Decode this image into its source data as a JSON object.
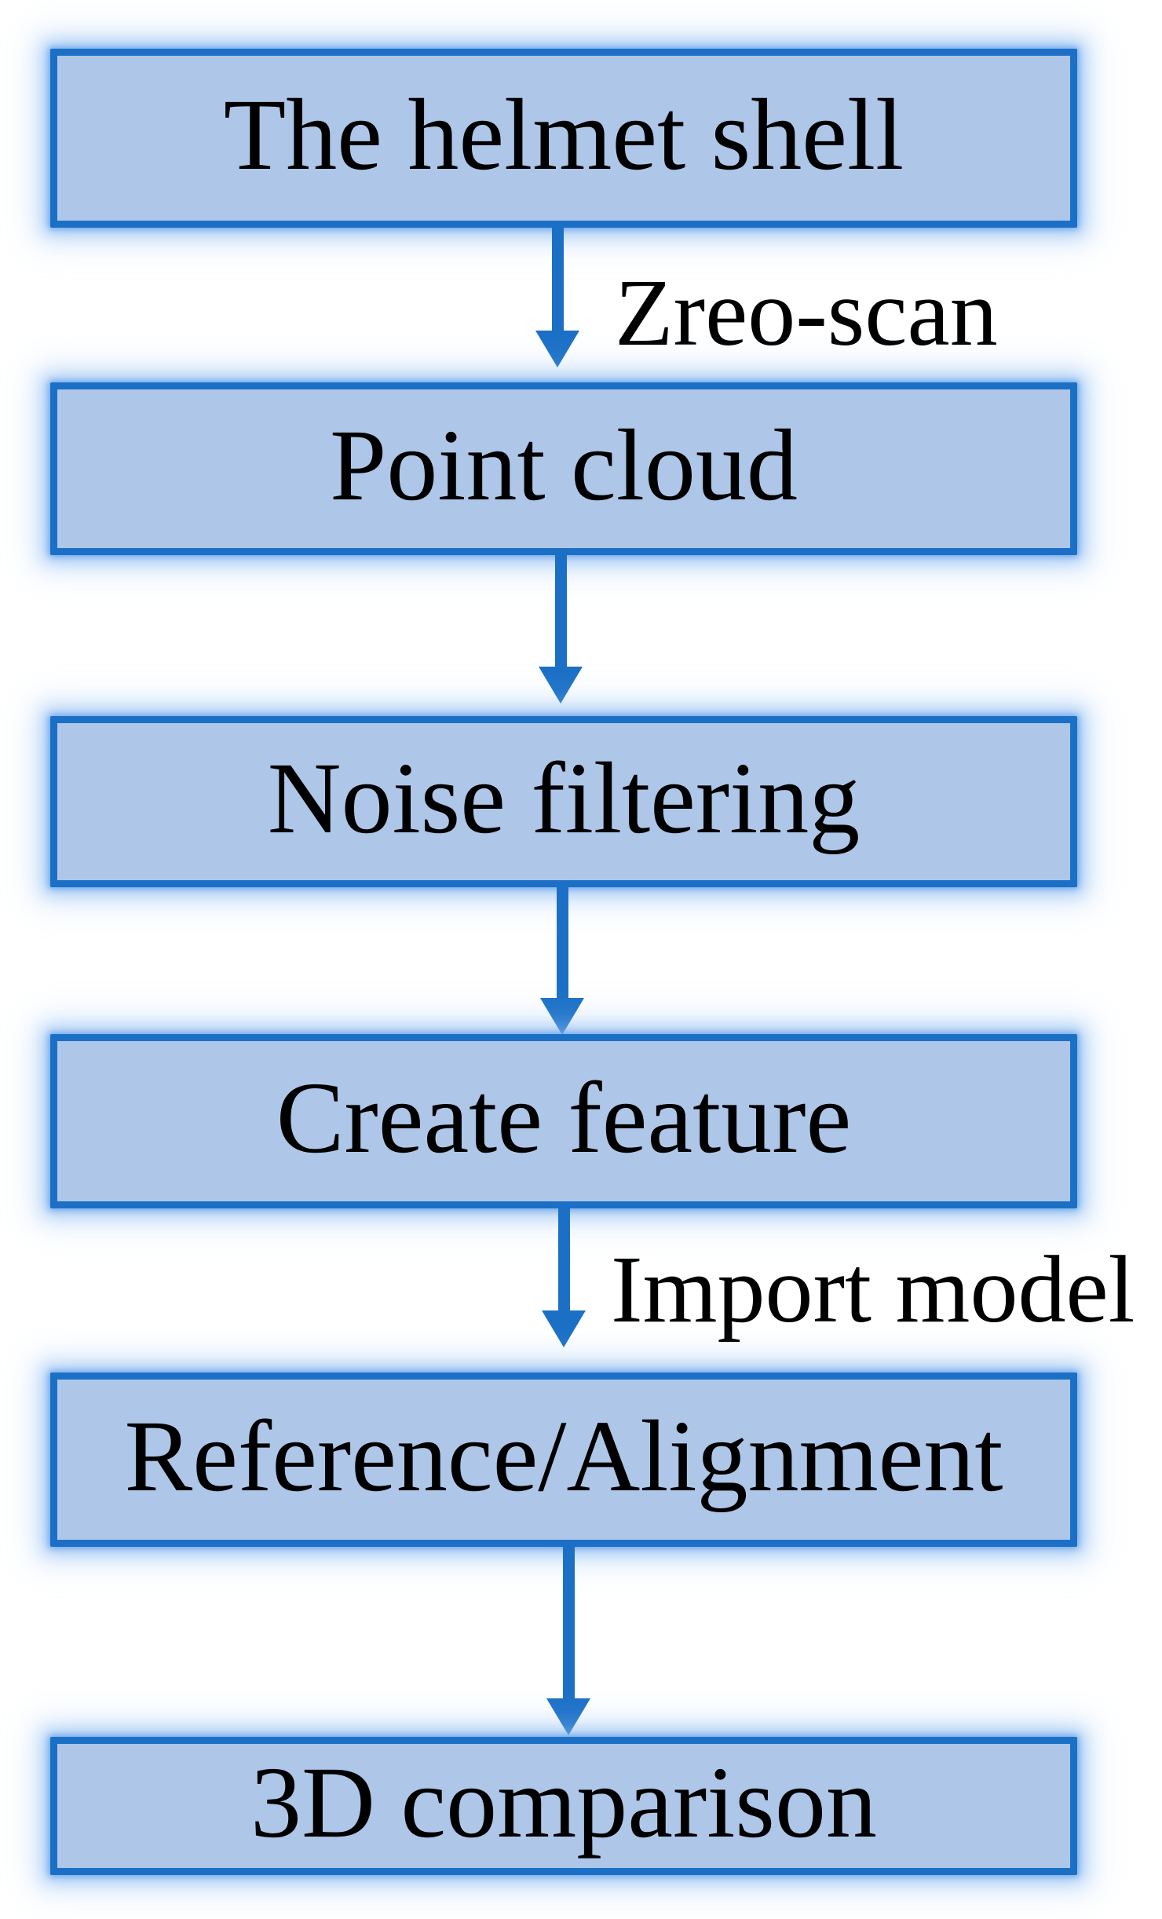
{
  "colors": {
    "line": "#1b70c6",
    "node_fill": "#aec6e8",
    "glow": "#8ab9ee",
    "text": "#000000",
    "background": "#ffffff"
  },
  "flowchart": {
    "type": "flowchart",
    "direction": "top-down",
    "nodes": [
      {
        "id": "helmet-shell",
        "label": "The helmet shell"
      },
      {
        "id": "point-cloud",
        "label": "Point cloud"
      },
      {
        "id": "noise-filtering",
        "label": "Noise filtering"
      },
      {
        "id": "create-feature",
        "label": "Create feature"
      },
      {
        "id": "reference-alignment",
        "label": "Reference/Alignment"
      },
      {
        "id": "3d-comparison",
        "label": "3D comparison"
      }
    ],
    "connectors": [
      {
        "from": "helmet-shell",
        "to": "point-cloud",
        "label": "Zreo-scan"
      },
      {
        "from": "point-cloud",
        "to": "noise-filtering",
        "label": ""
      },
      {
        "from": "noise-filtering",
        "to": "create-feature",
        "label": ""
      },
      {
        "from": "create-feature",
        "to": "reference-alignment",
        "label": "Import model"
      },
      {
        "from": "reference-alignment",
        "to": "3d-comparison",
        "label": ""
      }
    ]
  }
}
